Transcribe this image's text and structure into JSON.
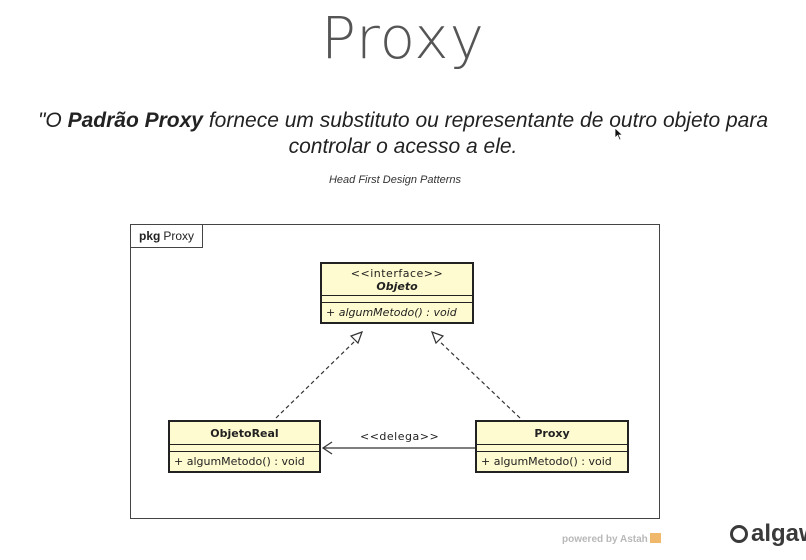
{
  "slide": {
    "title": "Proxy",
    "quote_open": "\"O ",
    "quote_bold": "Padrão Proxy",
    "quote_rest": " fornece um substituto ou representante de outro objeto para controlar o acesso a ele.",
    "source": "Head First Design Patterns"
  },
  "diagram": {
    "pkg_keyword": "pkg",
    "pkg_name": "Proxy",
    "interface": {
      "stereotype": "<<interface>>",
      "name": "Objeto",
      "operation": "+ algumMetodo() : void"
    },
    "real_subject": {
      "name": "ObjetoReal",
      "operation": "+ algumMetodo() : void"
    },
    "proxy": {
      "name": "Proxy",
      "operation": "+ algumMetodo() : void"
    },
    "association_label": "<<delega>>",
    "powered_by": "powered by Astah"
  },
  "footer": {
    "brand": "algaw"
  },
  "colors": {
    "class_fill": "#fffbd0",
    "title_gray": "#555555"
  }
}
